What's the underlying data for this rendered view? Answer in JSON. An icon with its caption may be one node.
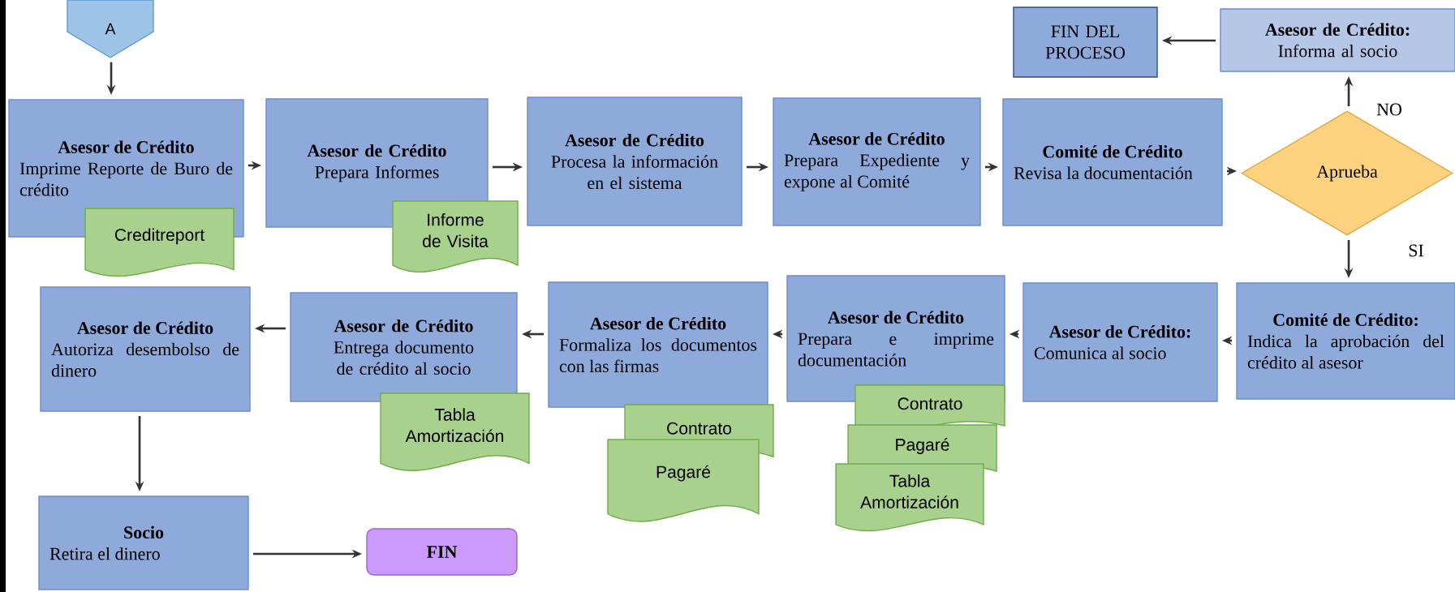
{
  "diagram": {
    "nodes": [
      {
        "text": [
          "A"
        ]
      },
      {
        "text": [
          "Asesor de Crédito",
          "Imprime Reporte de Buro de crédito"
        ]
      },
      {
        "text": [
          "Creditreport"
        ]
      },
      {
        "text": [
          "Asesor de Crédito",
          "Prepara Informes"
        ]
      },
      {
        "text": [
          "Informe de Visita"
        ]
      },
      {
        "text": [
          "Asesor de Crédito",
          "Procesa la información en el sistema"
        ]
      },
      {
        "text": [
          "Asesor de Crédito",
          "Prepara Expediente y expone al Comité"
        ]
      },
      {
        "text": [
          "Comité de Crédito",
          "Revisa la documentación"
        ]
      },
      {
        "text": [
          "Aprueba"
        ]
      },
      {
        "text": [
          "Asesor de Crédito:",
          "Informa al socio"
        ]
      },
      {
        "text": [
          "FIN DEL PROCESO"
        ]
      },
      {
        "text": [
          "Comité de Crédito:",
          "Indica la aprobación del crédito al asesor"
        ]
      },
      {
        "text": [
          "Asesor de Crédito:",
          "Comunica al socio"
        ]
      },
      {
        "text": [
          "Asesor de Crédito",
          "Prepara e imprime documentación"
        ]
      },
      {
        "text": [
          "Contrato"
        ]
      },
      {
        "text": [
          "Pagaré"
        ]
      },
      {
        "text": [
          "Tabla Amortización"
        ]
      },
      {
        "text": [
          "Asesor de Crédito",
          "Formaliza los documentos con las firmas"
        ]
      },
      {
        "text": [
          "Contrato"
        ]
      },
      {
        "text": [
          "Pagaré"
        ]
      },
      {
        "text": [
          "Asesor de Crédito",
          "Entrega documento de crédito al socio"
        ]
      },
      {
        "text": [
          "Tabla Amortización"
        ]
      },
      {
        "text": [
          "Asesor de Crédito",
          "Autoriza desembolso de dinero"
        ]
      },
      {
        "text": [
          "Socio",
          "Retira el dinero"
        ]
      },
      {
        "text": [
          "FIN"
        ]
      }
    ],
    "edges": [
      {
        "from": 0,
        "to": 1,
        "arrow": "to"
      },
      {
        "from": 1,
        "to": 3,
        "arrow": "to"
      },
      {
        "from": 3,
        "to": 5,
        "arrow": "to"
      },
      {
        "from": 5,
        "to": 6,
        "arrow": "to"
      },
      {
        "from": 6,
        "to": 7,
        "arrow": "to"
      },
      {
        "from": 7,
        "to": 8,
        "arrow": "to"
      },
      {
        "from": 8,
        "to": 9,
        "arrow": "to",
        "label": "NO"
      },
      {
        "from": 9,
        "to": 10,
        "arrow": "to"
      },
      {
        "from": 8,
        "to": 11,
        "arrow": "to",
        "label": "SI"
      },
      {
        "from": 11,
        "to": 12,
        "arrow": "to"
      },
      {
        "from": 12,
        "to": 13,
        "arrow": "to"
      },
      {
        "from": 13,
        "to": 17,
        "arrow": "to"
      },
      {
        "from": 17,
        "to": 20,
        "arrow": "to"
      },
      {
        "from": 20,
        "to": 22,
        "arrow": "to"
      },
      {
        "from": 22,
        "to": 23,
        "arrow": "to"
      },
      {
        "from": 23,
        "to": 24,
        "arrow": "to"
      }
    ]
  }
}
